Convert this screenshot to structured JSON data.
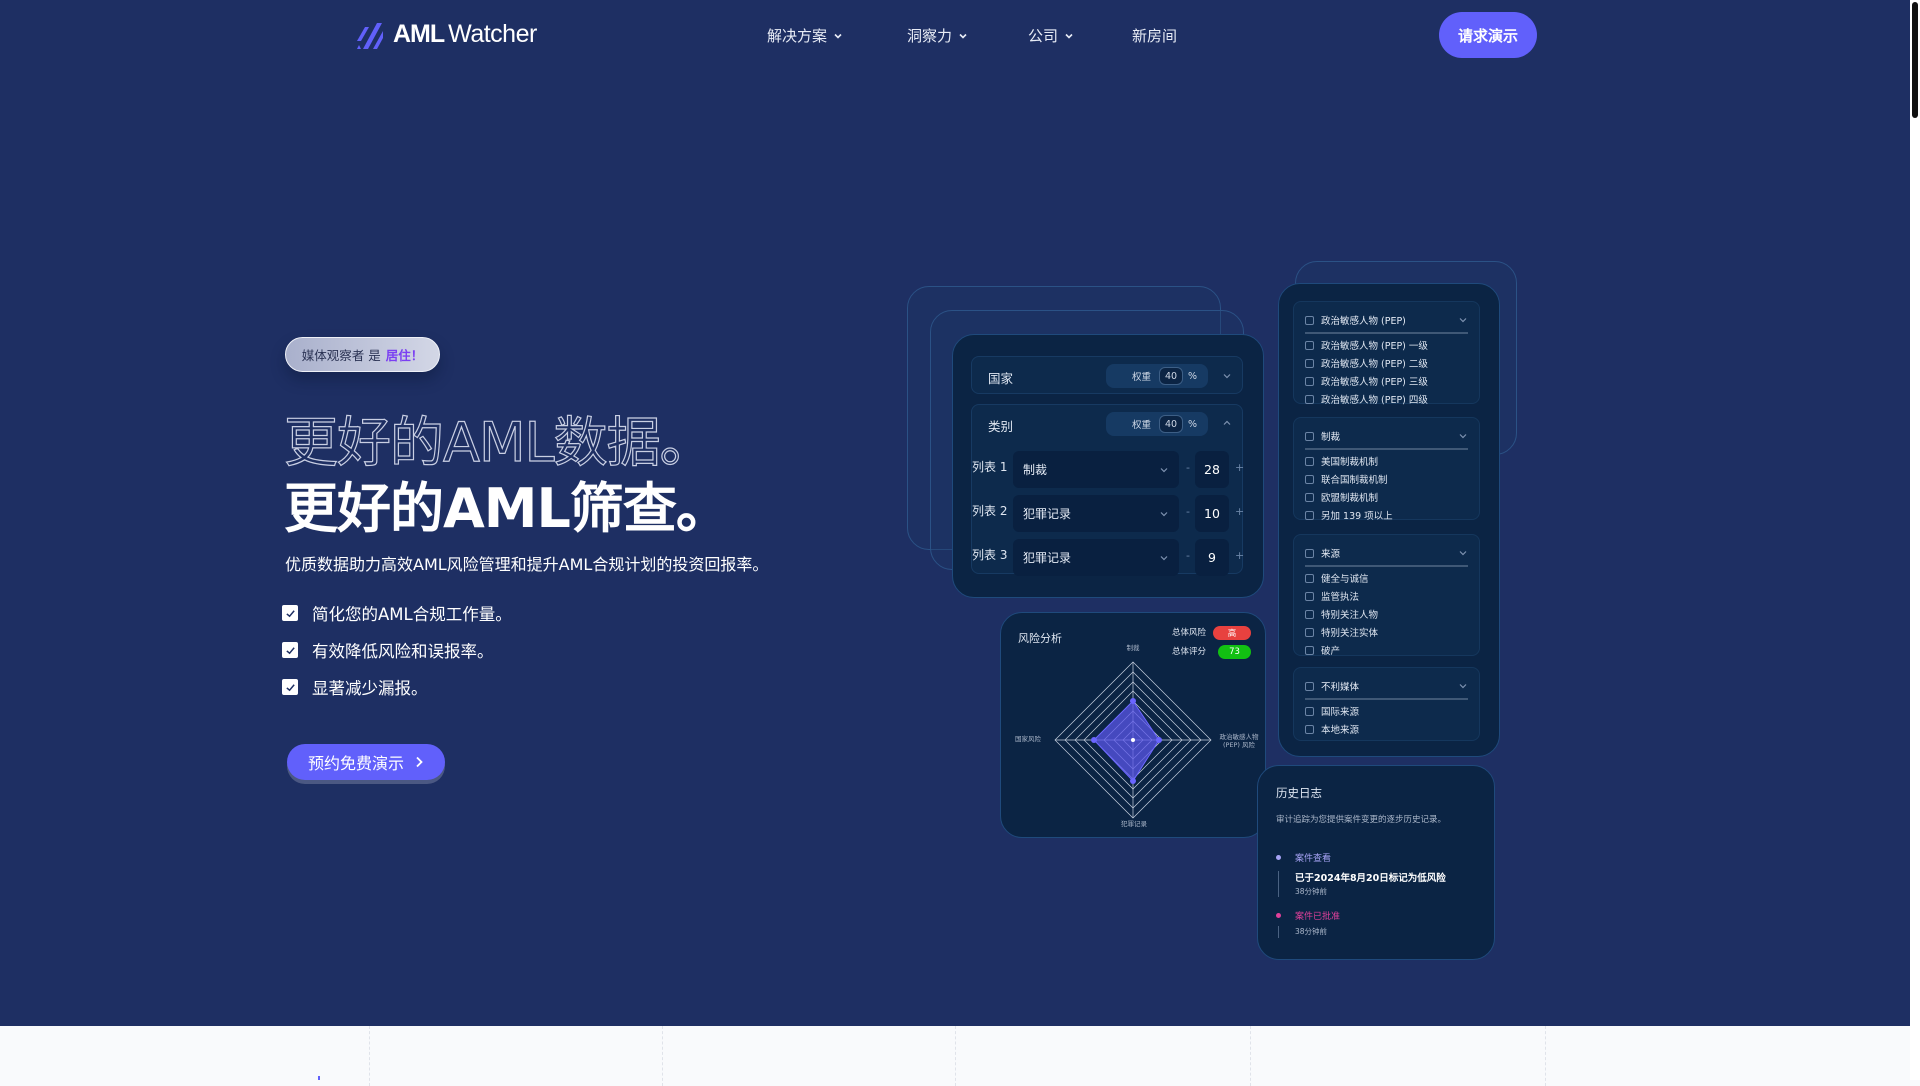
{
  "brand": {
    "name_bold": "AML",
    "name_light": "Watcher",
    "logo_color": "#6160fb"
  },
  "nav": {
    "items": [
      {
        "label": "解决方案",
        "has_dropdown": true
      },
      {
        "label": "洞察力",
        "has_dropdown": true
      },
      {
        "label": "公司",
        "has_dropdown": true
      },
      {
        "label": "新房间",
        "has_dropdown": false
      }
    ],
    "cta_label": "请求演示"
  },
  "hero": {
    "badge_text": "媒体观察者 是",
    "badge_highlight": "居住！",
    "headline_outline": "更好的AML数据。",
    "headline_solid": "更好的AML筛查。",
    "subtitle": "优质数据助力高效AML风险管理和提升AML合规计划的投资回报率。",
    "checklist": [
      "简化您的AML合规工作量。",
      "有效降低风险和误报率。",
      "显著减少漏报。"
    ],
    "cta_label": "预约免费演示"
  },
  "weights_card": {
    "rows": [
      {
        "label": "国家",
        "weight_label": "权重",
        "weight_value": "40",
        "unit": "%",
        "expanded": false
      },
      {
        "label": "类别",
        "weight_label": "权重",
        "weight_value": "40",
        "unit": "%",
        "expanded": true
      }
    ],
    "lists": [
      {
        "label": "列表 1",
        "selected": "制裁",
        "value": "28"
      },
      {
        "label": "列表 2",
        "selected": "犯罪记录",
        "value": "10"
      },
      {
        "label": "列表 3",
        "selected": "犯罪记录",
        "value": "9"
      }
    ],
    "minus": "-",
    "plus": "+"
  },
  "risk_card": {
    "title": "风险分析",
    "overall_risk_label": "总体风险",
    "overall_risk_value": "高",
    "overall_risk_color": "#e8413f",
    "overall_score_label": "总体评分",
    "overall_score_value": "73",
    "overall_score_color": "#12c012",
    "axes": {
      "top": "制裁",
      "right_line1": "政治敏感人物",
      "right_line2": "(PEP) 风险",
      "bottom": "犯罪记录",
      "left": "国家风险"
    }
  },
  "chart_data": {
    "type": "radar",
    "title": "风险分析",
    "categories": [
      "制裁",
      "政治敏感人物 (PEP) 风险",
      "犯罪记录",
      "国家风险"
    ],
    "values": [
      0.5,
      0.33,
      0.52,
      0.5
    ],
    "range": [
      0,
      1
    ],
    "rings": 8,
    "fill_color": "#5a55e8"
  },
  "filter_card": {
    "groups": [
      {
        "title": "政治敏感人物 (PEP)",
        "items": [
          "政治敏感人物 (PEP) 一级",
          "政治敏感人物 (PEP) 二级",
          "政治敏感人物 (PEP) 三级",
          "政治敏感人物 (PEP) 四级"
        ]
      },
      {
        "title": "制裁",
        "items": [
          "美国制裁机制",
          "联合国制裁机制",
          "欧盟制裁机制",
          "另加 139 项以上"
        ]
      },
      {
        "title": "来源",
        "items": [
          "健全与诚信",
          "监管执法",
          "特别关注人物",
          "特别关注实体",
          "破产"
        ]
      },
      {
        "title": "不利媒体",
        "items": [
          "国际来源",
          "本地来源"
        ]
      }
    ]
  },
  "history_card": {
    "title": "历史日志",
    "description": "审计追踪为您提供案件变更的逐步历史记录。",
    "events": [
      {
        "title": "案件查看",
        "detail": "已于2024年8月20日标记为低风险",
        "time": "38分钟前",
        "color": "#a7a3f5"
      },
      {
        "title": "案件已批准",
        "detail": "",
        "time": "38分钟前",
        "color": "#e0409a"
      }
    ]
  }
}
